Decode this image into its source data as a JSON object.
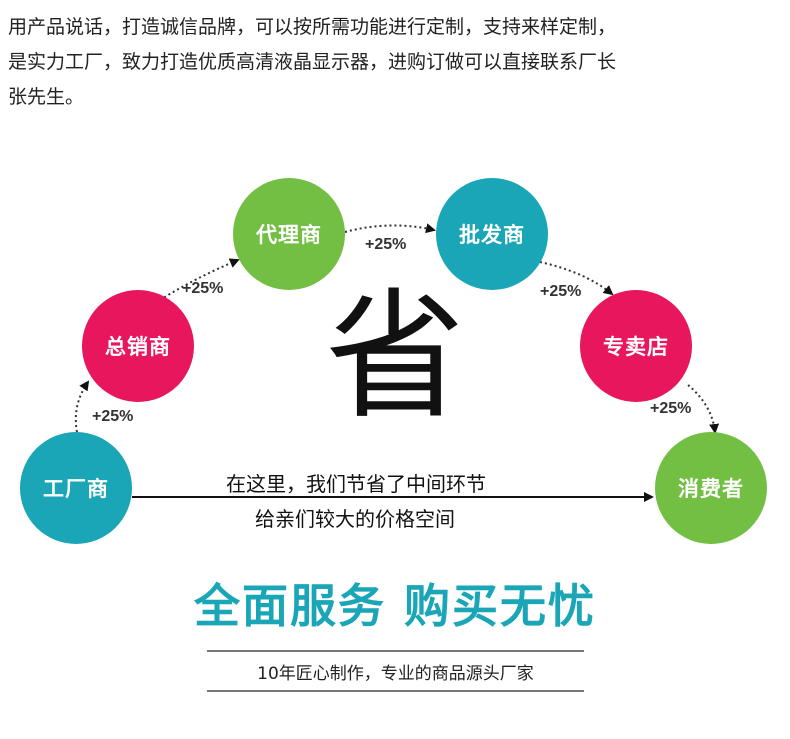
{
  "intro": {
    "line1": "用产品说话，打造诚信品牌，可以按所需功能进行定制，支持来样定制，",
    "line2": "是实力工厂，致力打造优质高清液晶显示器，进购订做可以直接联系厂长",
    "line3": "张先生。"
  },
  "nodes": {
    "factory": "工厂商",
    "general": "总销商",
    "agent": "代理商",
    "wholesale": "批发商",
    "store": "专卖店",
    "consumer": "消费者"
  },
  "markups": {
    "m1": "+25%",
    "m2": "+25%",
    "m3": "+25%",
    "m4": "+25%",
    "m5": "+25%"
  },
  "center": {
    "big_char": "省",
    "line1": "在这里，我们节省了中间环节",
    "line2": "给亲们较大的价格空间"
  },
  "slogan": "全面服务 购买无忧",
  "tagline": "10年匠心制作，专业的商品源头厂家",
  "colors": {
    "teal": "#1aa6b7",
    "pink": "#e8175d",
    "green": "#72bf44",
    "slogan": "#1aa6b7"
  }
}
